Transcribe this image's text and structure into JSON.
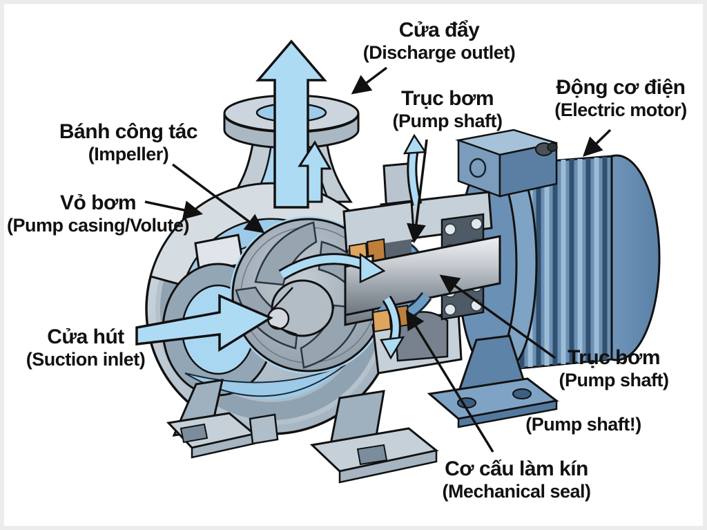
{
  "diagram": {
    "subject": "centrifugal-pump-cutaway-with-electric-motor",
    "language": "vi-en"
  },
  "labels": {
    "discharge_outlet": {
      "vi": "Cửa đẩy",
      "en": "(Discharge outlet)"
    },
    "pump_shaft_top": {
      "vi": "Trục bơm",
      "en": "(Pump shaft)"
    },
    "electric_motor": {
      "vi": "Động cơ điện",
      "en": "(Electric motor)"
    },
    "impeller": {
      "vi": "Bánh công tác",
      "en": "(Impeller)"
    },
    "pump_casing": {
      "vi": "Vỏ bơm",
      "en": "(Pump casing/Volute)"
    },
    "suction_inlet": {
      "vi": "Cửa hút",
      "en": "(Suction inlet)"
    },
    "pump_shaft_right": {
      "vi": "Trục bơm",
      "en": "(Pump shaft)"
    },
    "pump_shaft_extra": {
      "en": "(Pump shaft!)"
    },
    "mechanical_seal": {
      "vi": "Cơ cấu làm kín",
      "en": "(Mechanical seal)"
    }
  },
  "colors": {
    "background": "#ffffff",
    "outline": "#111111",
    "text": "#111111",
    "water_blue": "#aedbf4",
    "casing_gray": "#c2ccd5",
    "motor_blue": "#6b90b5",
    "motor_fin_light": "#9dbcd6",
    "motor_fin_dark": "#33516f",
    "shaft_metal": "#c7ccd1",
    "seal_packing_orange": "#dda55e",
    "seal_ring_blue": "#6d9cc3"
  }
}
